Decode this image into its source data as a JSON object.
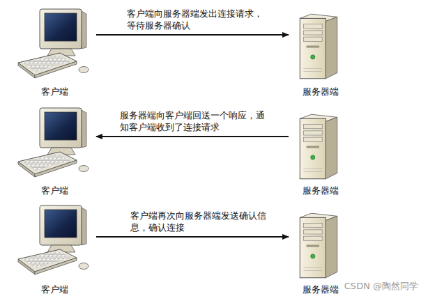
{
  "diagram": {
    "nodes": [
      {
        "text": [
          "客户端"
        ]
      },
      {
        "text": [
          "服务器端"
        ]
      },
      {
        "text": [
          "客户端"
        ]
      },
      {
        "text": [
          "服务器端"
        ]
      },
      {
        "text": [
          "客户端"
        ]
      },
      {
        "text": [
          "服务器端"
        ]
      }
    ],
    "edges": [
      {
        "from": 0,
        "to": 1,
        "arrow": "to",
        "label": "客户端向服务器端发出连接请求，等待服务器确认"
      },
      {
        "from": 3,
        "to": 2,
        "arrow": "to",
        "label": "服务器端向客户端回送一个响应，通知客户端收到了连接请求"
      },
      {
        "from": 4,
        "to": 5,
        "arrow": "to",
        "label": "客户端再次向服务器端发送确认信息，确认连接"
      }
    ],
    "labels": [
      "CSDN @陶然同学"
    ]
  }
}
